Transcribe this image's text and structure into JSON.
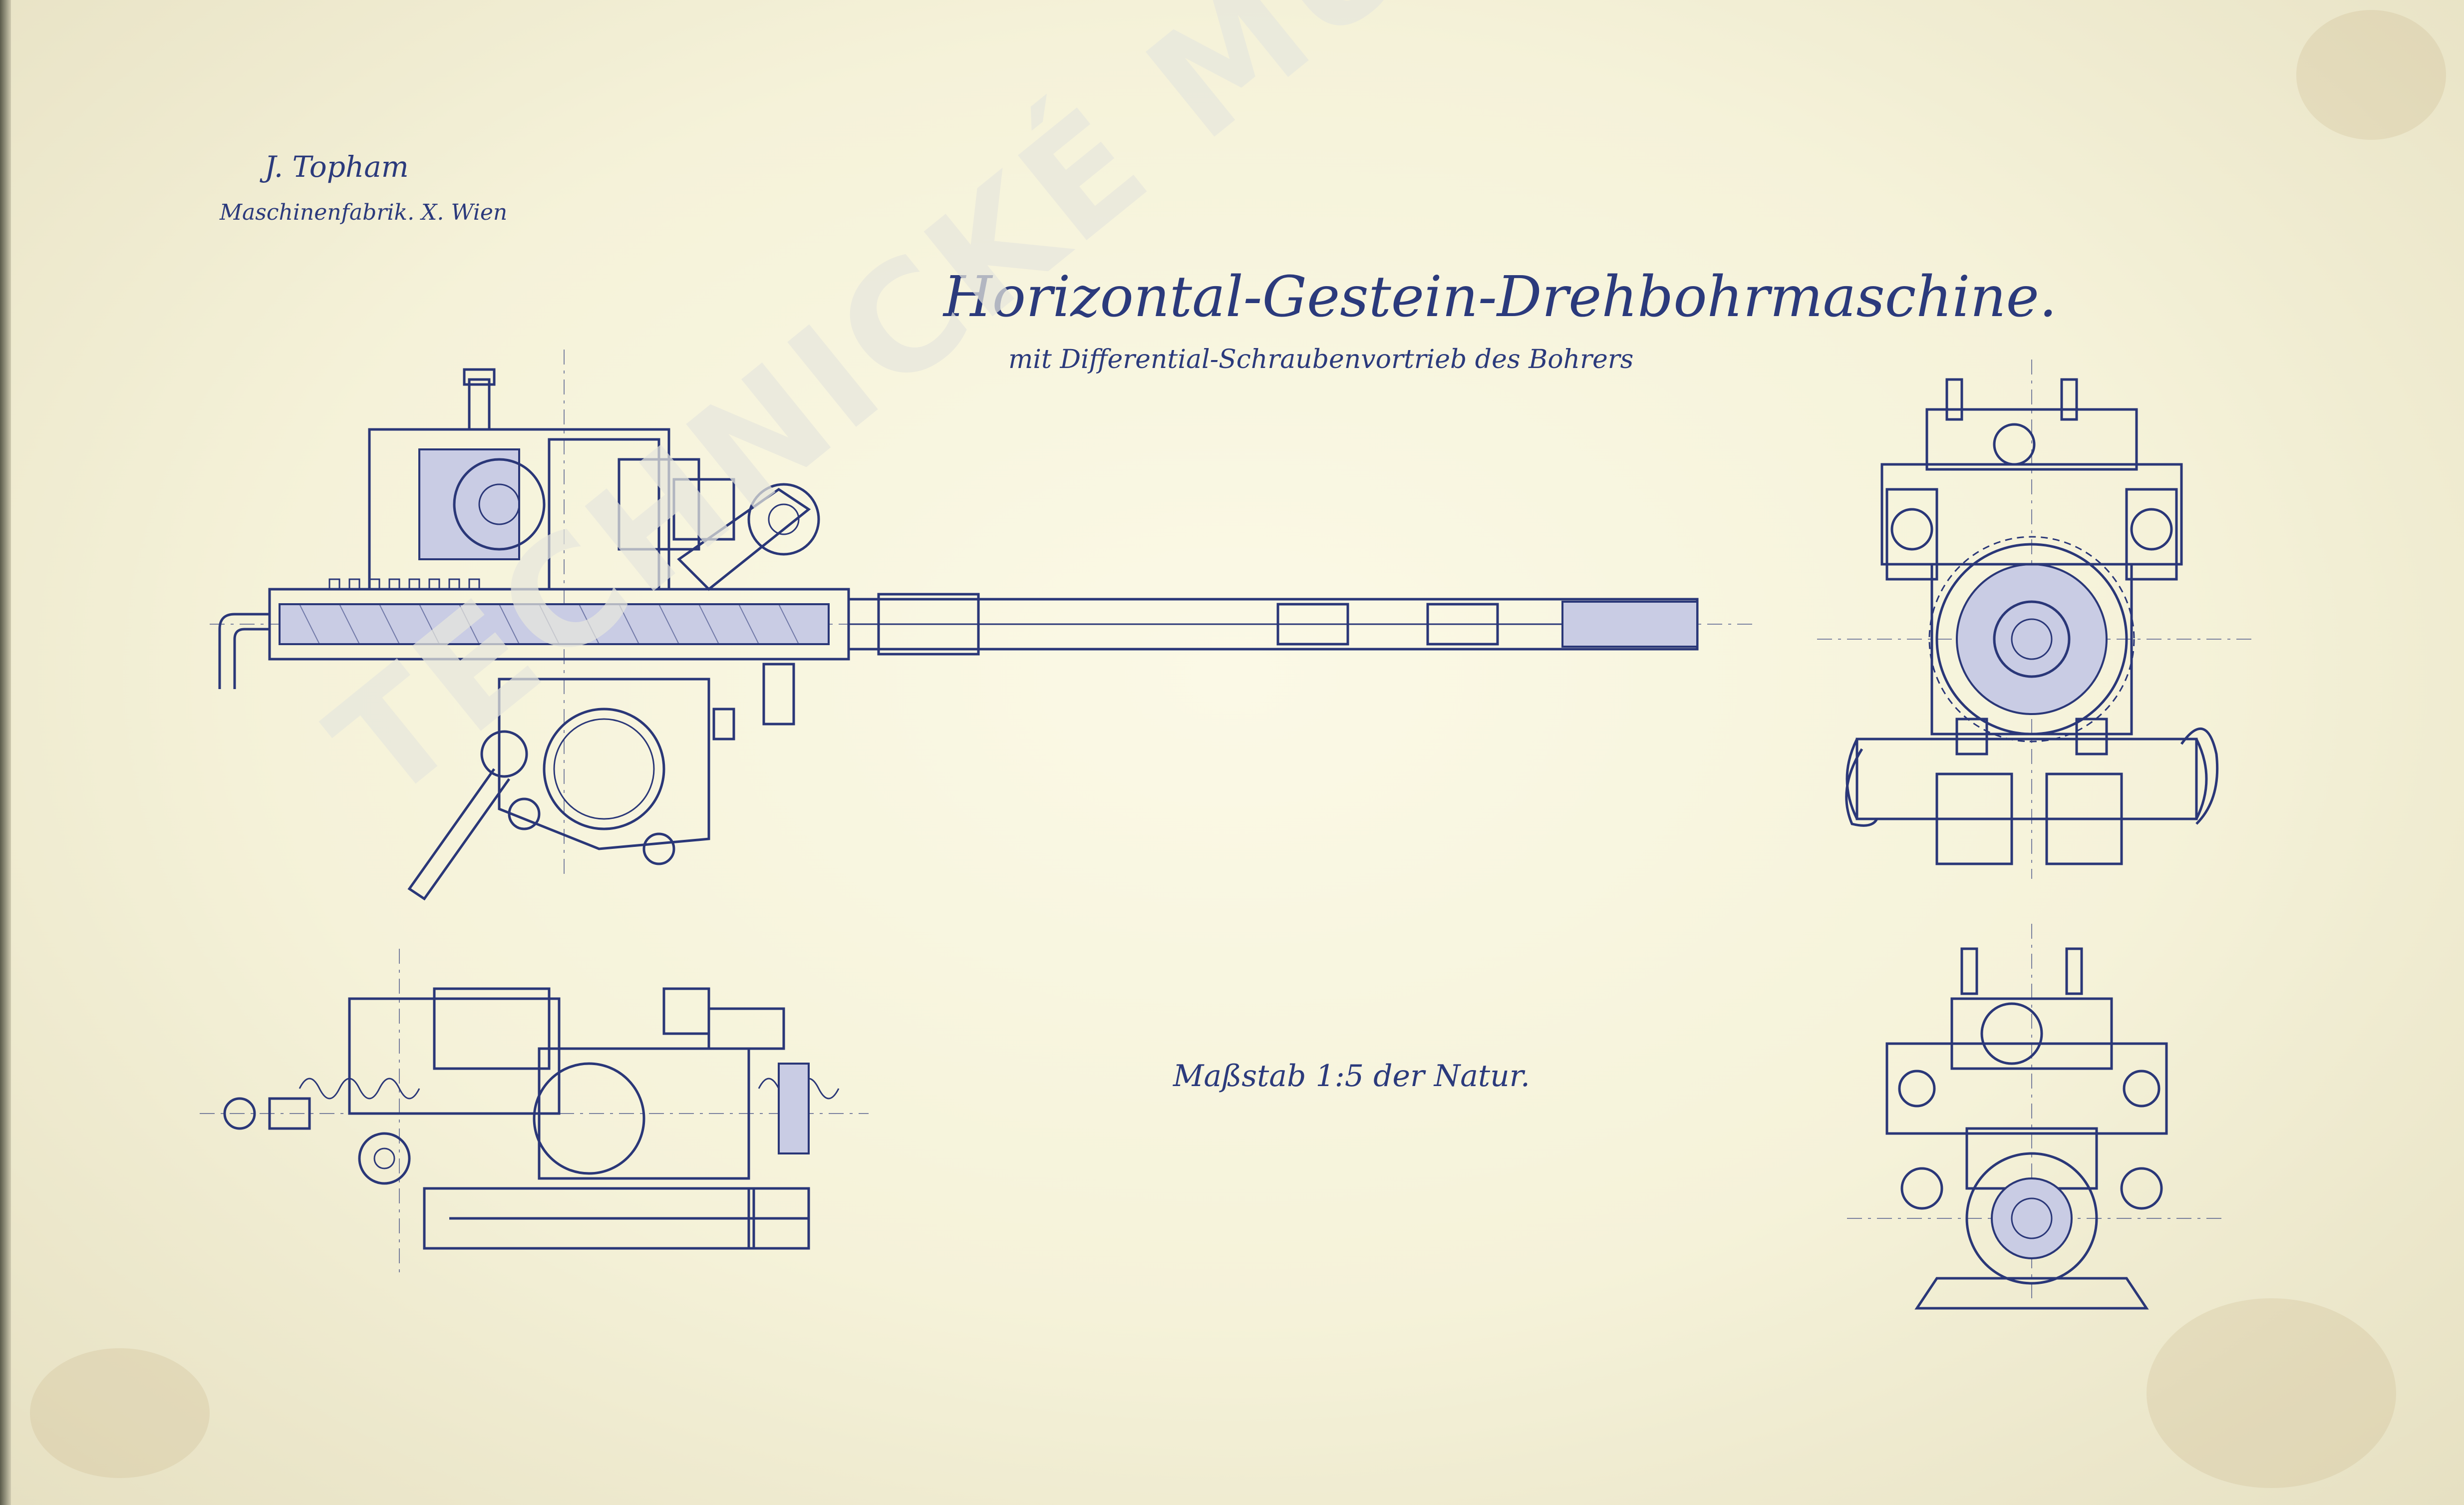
{
  "document": {
    "maker_name": "J. Topham",
    "maker_address": "Maschinenfabrik. X. Wien",
    "title": "Horizontal-Gestein-Drehbohrmaschine.",
    "subtitle": "mit Differential-Schraubenvortrieb des Bohrers",
    "scale_note": "Maßstab 1:5 der Natur."
  },
  "watermark": {
    "text": "TECHNICKÉ MUZEUM V BRNĚ"
  },
  "colors": {
    "paper": "#f5f2d9",
    "ink": "#2a3778"
  }
}
